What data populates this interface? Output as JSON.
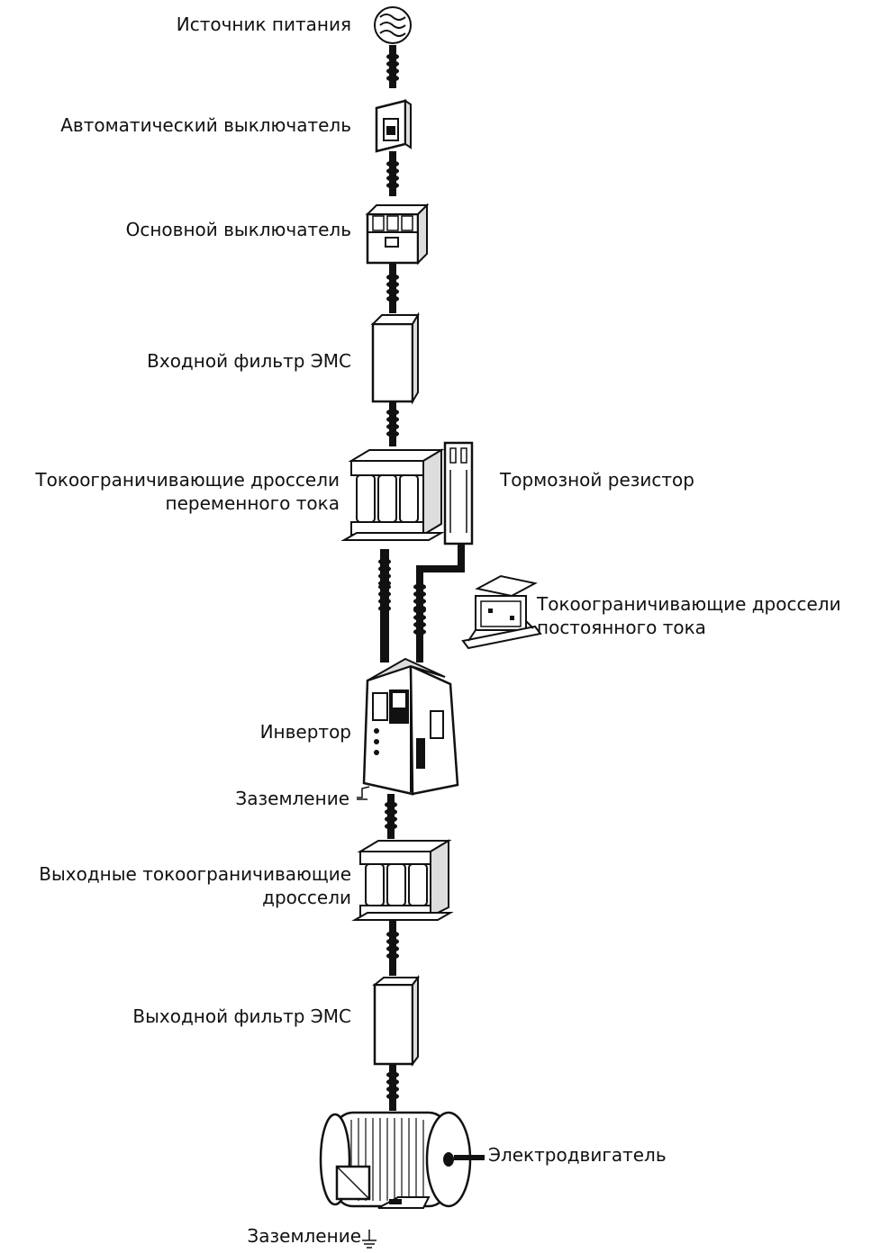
{
  "labels": {
    "power_source": "Источник питания",
    "circuit_breaker": "Автоматический выключатель",
    "main_switch": "Основной выключатель",
    "input_emc_filter": "Входной фильтр ЭМС",
    "ac_reactor": [
      "Токоограничивающие дроссели",
      "переменного тока"
    ],
    "braking_resistor": "Тормозной резистор",
    "dc_reactor": [
      "Токоограничивающие дроссели",
      "постоянного тока"
    ],
    "inverter": "Инвертор",
    "ground_1": "Заземление",
    "output_reactor": [
      "Выходные токоограничивающие",
      "дроссели"
    ],
    "output_emc_filter": "Выходной фильтр ЭМС",
    "motor": "Электродвигатель",
    "ground_2": "Заземление"
  }
}
